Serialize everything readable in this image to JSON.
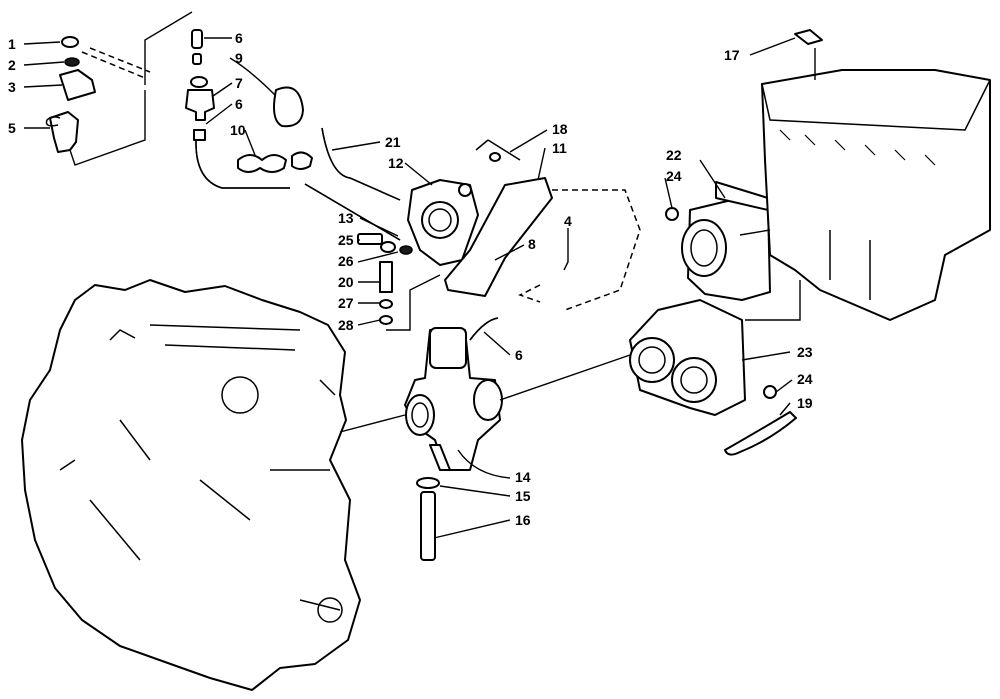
{
  "diagram": {
    "callouts": [
      "1",
      "2",
      "3",
      "5",
      "6",
      "7",
      "9",
      "6",
      "10",
      "21",
      "12",
      "18",
      "11",
      "22",
      "24",
      "17",
      "13",
      "25",
      "26",
      "20",
      "27",
      "28",
      "4",
      "8",
      "6",
      "14",
      "15",
      "16",
      "23",
      "24",
      "19"
    ]
  }
}
